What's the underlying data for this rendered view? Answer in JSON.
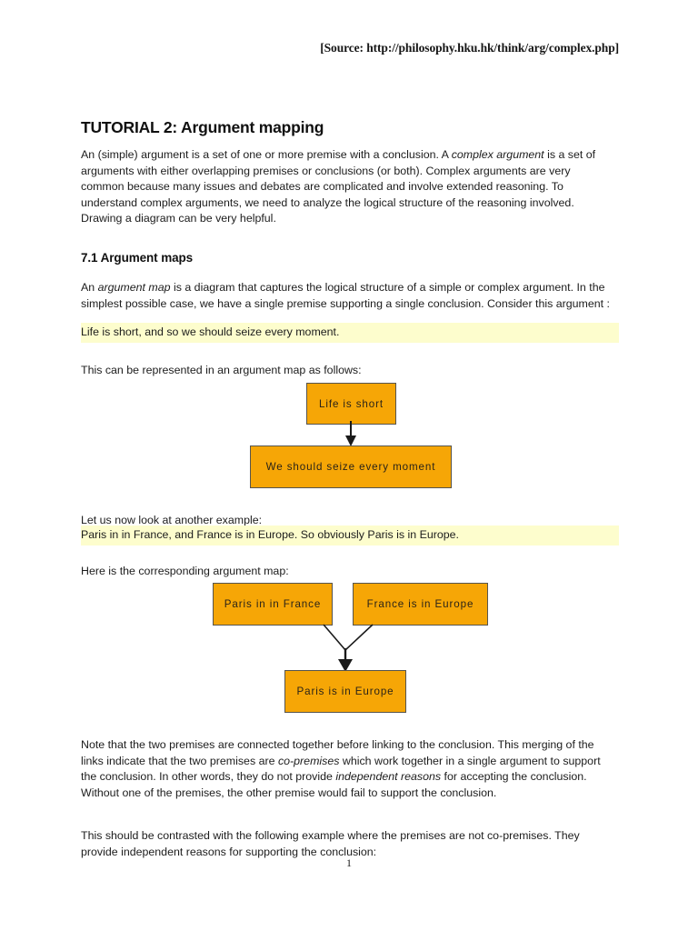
{
  "header": {
    "source_line": "[Source: http://philosophy.hku.hk/think/arg/complex.php]"
  },
  "document": {
    "title": "TUTORIAL 2: Argument mapping",
    "section_heading": "7.1 Argument maps",
    "page_number": "1"
  },
  "paragraphs": {
    "intro_part1": "An (simple) argument is a set of one or more premise with a conclusion. A ",
    "intro_em1": "complex argument",
    "intro_part2": " is a set of arguments with either overlapping premises or conclusions (or both). Complex arguments are very common because many issues and debates are complicated and involve extended reasoning. To understand complex arguments, we need to analyze the logical structure of the reasoning involved. Drawing a diagram can be very helpful.",
    "argmap_part1": "An ",
    "argmap_em1": "argument map",
    "argmap_part2": " is a diagram that captures the logical structure of a simple or complex argument. In the simplest possible case, we have a single premise supporting a single conclusion. Consider this argument :",
    "represented_as": "This can be represented in an argument map as follows:",
    "another_example": "Let us now look at another example:",
    "here_is_map": "Here is the corresponding argument map:",
    "note_part1": "Note that the two premises are connected together before linking to the conclusion. This merging of the links indicate that the two premises are ",
    "note_em1": "co-premises",
    "note_part2": " which work together in a single argument to support the conclusion. In other words, they do not provide ",
    "note_em2": "independent reasons",
    "note_part3": " for accepting the conclusion. Without one of the premises, the other premise would fail to support the conclusion.",
    "contrast": "This should be contrasted with the following example where the premises are not co-premises. They provide independent reasons for supporting the conclusion:"
  },
  "quotes": {
    "quote_1": "Life is short, and so we should seize every moment.",
    "quote_2": "Paris in in France, and France is in Europe. So obviously Paris is in Europe."
  },
  "diagram_1": {
    "premise": "Life is short",
    "conclusion": "We should seize every moment"
  },
  "diagram_2": {
    "premise_a": "Paris in in France",
    "premise_b": "France is in Europe",
    "conclusion": "Paris is in Europe"
  },
  "colors": {
    "node_fill": "#f6a606",
    "node_border": "#56544e",
    "highlight": "#fdfdcd",
    "text": "#1c1c1c",
    "arrow": "#1a1a1a"
  }
}
